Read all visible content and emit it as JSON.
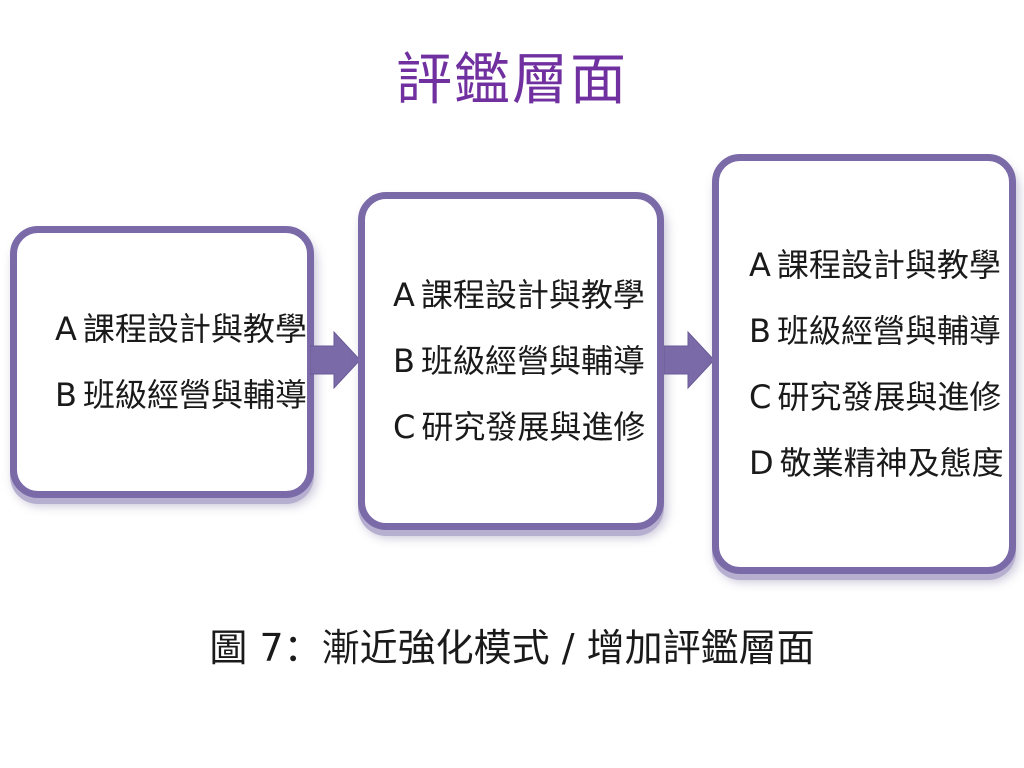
{
  "title": "評鑑層面",
  "stages": [
    {
      "items": [
        {
          "letter": "A",
          "text": "課程設計與教學"
        },
        {
          "letter": "B",
          "text": "班級經營與輔導"
        }
      ]
    },
    {
      "items": [
        {
          "letter": "A",
          "text": "課程設計與教學"
        },
        {
          "letter": "B",
          "text": "班級經營與輔導"
        },
        {
          "letter": "C",
          "text": "研究發展與進修"
        }
      ]
    },
    {
      "items": [
        {
          "letter": "A",
          "text": "課程設計與教學"
        },
        {
          "letter": "B",
          "text": "班級經營與輔導"
        },
        {
          "letter": "C",
          "text": "研究發展與進修"
        },
        {
          "letter": "D",
          "text": "敬業精神及態度"
        }
      ]
    }
  ],
  "caption": "圖 7：漸近強化模式 / 增加評鑑層面",
  "colors": {
    "title": "#7030a0",
    "box_border": "#7a6aa8",
    "arrow": "#7a6aa8"
  },
  "icons": {
    "connector": "right-arrow-icon"
  }
}
